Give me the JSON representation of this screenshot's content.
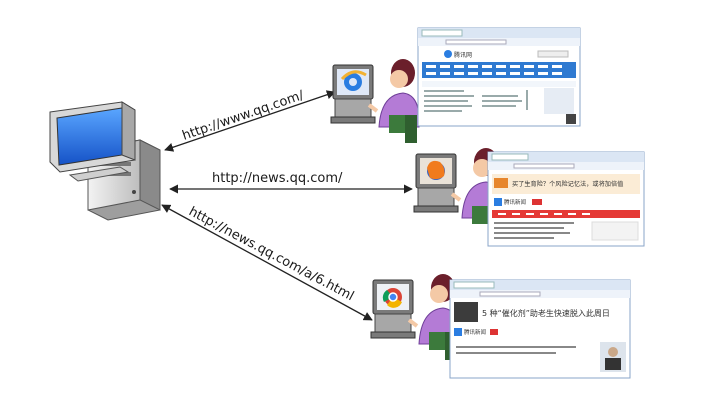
{
  "diagram": {
    "connections": [
      {
        "id": "qq",
        "url": "http://www.qq.com/",
        "browser": "ie-icon"
      },
      {
        "id": "news",
        "url": "http://news.qq.com/",
        "browser": "firefox-icon"
      },
      {
        "id": "article",
        "url": "http://news.qq.com/a/6.html",
        "browser": "chrome-icon"
      }
    ],
    "server": {
      "icon": "server-computer-icon"
    },
    "screens": {
      "qq": {
        "logo": "腾讯网"
      },
      "news": {
        "logo": "腾讯新闻",
        "headline": "买了生育险？个风险记忆法，或将加倍值"
      },
      "article": {
        "logo": "腾讯新闻",
        "headline": "5 种“催化剂”助老生快速脱入此周日"
      }
    }
  }
}
